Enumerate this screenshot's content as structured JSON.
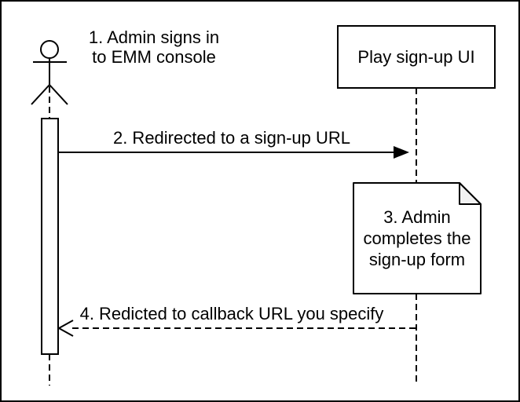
{
  "diagram": {
    "type": "uml-sequence-diagram",
    "actor": {
      "title": "1. Admin signs in\nto EMM console"
    },
    "participant": {
      "label": "Play sign-up UI"
    },
    "messages": {
      "redirect_out": "2. Redirected to a sign-up URL",
      "redirect_back": "4. Redicted to callback URL you specify"
    },
    "note": {
      "text": "3. Admin\ncompletes the\nsign-up form"
    },
    "colors": {
      "line": "#000000",
      "background": "#ffffff",
      "note_fill": "#ffffff",
      "note_fold": "#f2f2f2"
    }
  }
}
